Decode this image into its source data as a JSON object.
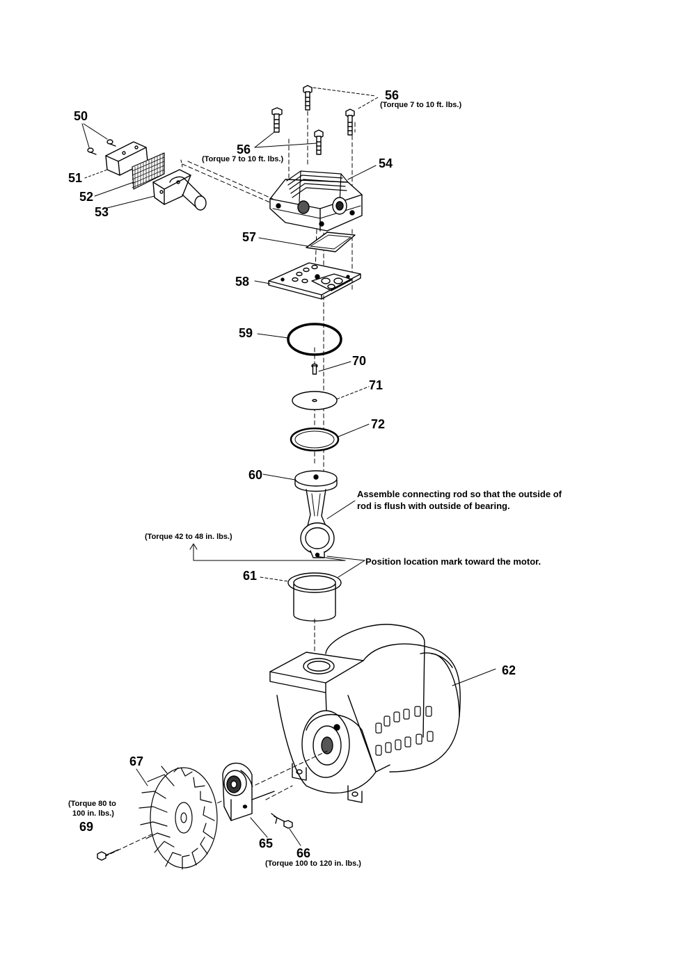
{
  "callouts": {
    "c50": "50",
    "c51": "51",
    "c52": "52",
    "c53": "53",
    "c54": "54",
    "c56a": "56",
    "c56b": "56",
    "c57": "57",
    "c58": "58",
    "c59": "59",
    "c60": "60",
    "c61": "61",
    "c62": "62",
    "c65": "65",
    "c66": "66",
    "c67": "67",
    "c69": "69",
    "c70": "70",
    "c71": "71",
    "c72": "72"
  },
  "notes": {
    "torque_56a": "(Torque 7 to 10 ft. lbs.)",
    "torque_56b": "(Torque 7 to 10 ft. lbs.)",
    "torque_rod": "(Torque 42 to 48 in. lbs.)",
    "torque_69_l1": "(Torque 80 to",
    "torque_69_l2": "100 in. lbs.)",
    "torque_66": "(Torque 100 to 120 in. lbs.)",
    "assemble_l1": "Assemble connecting rod so that the outside of",
    "assemble_l2": "rod is flush with outside of bearing.",
    "position": "Position location mark toward the motor."
  }
}
